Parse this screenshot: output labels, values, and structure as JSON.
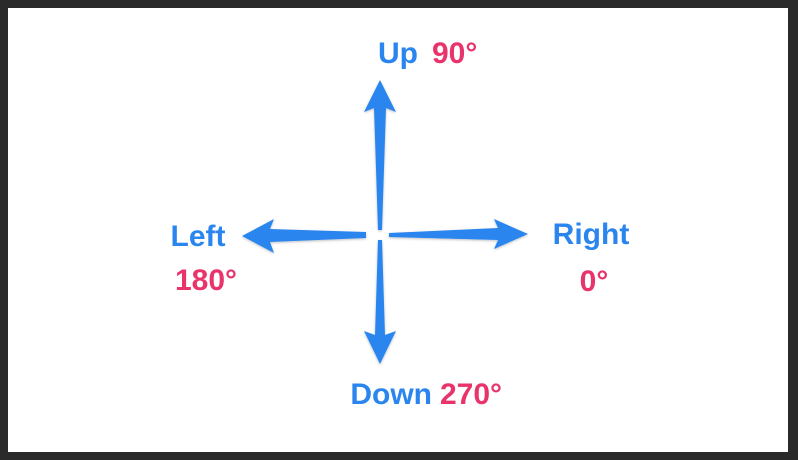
{
  "colors": {
    "arrow": "#2a86ee",
    "direction_text": "#2a86ee",
    "degree_text": "#e8336b",
    "background": "#ffffff",
    "border": "#2a2a2a"
  },
  "directions": {
    "up": {
      "label": "Up",
      "degrees": "90°"
    },
    "right": {
      "label": "Right",
      "degrees": "0°"
    },
    "down": {
      "label": "Down",
      "degrees": "270°"
    },
    "left": {
      "label": "Left",
      "degrees": "180°"
    }
  }
}
